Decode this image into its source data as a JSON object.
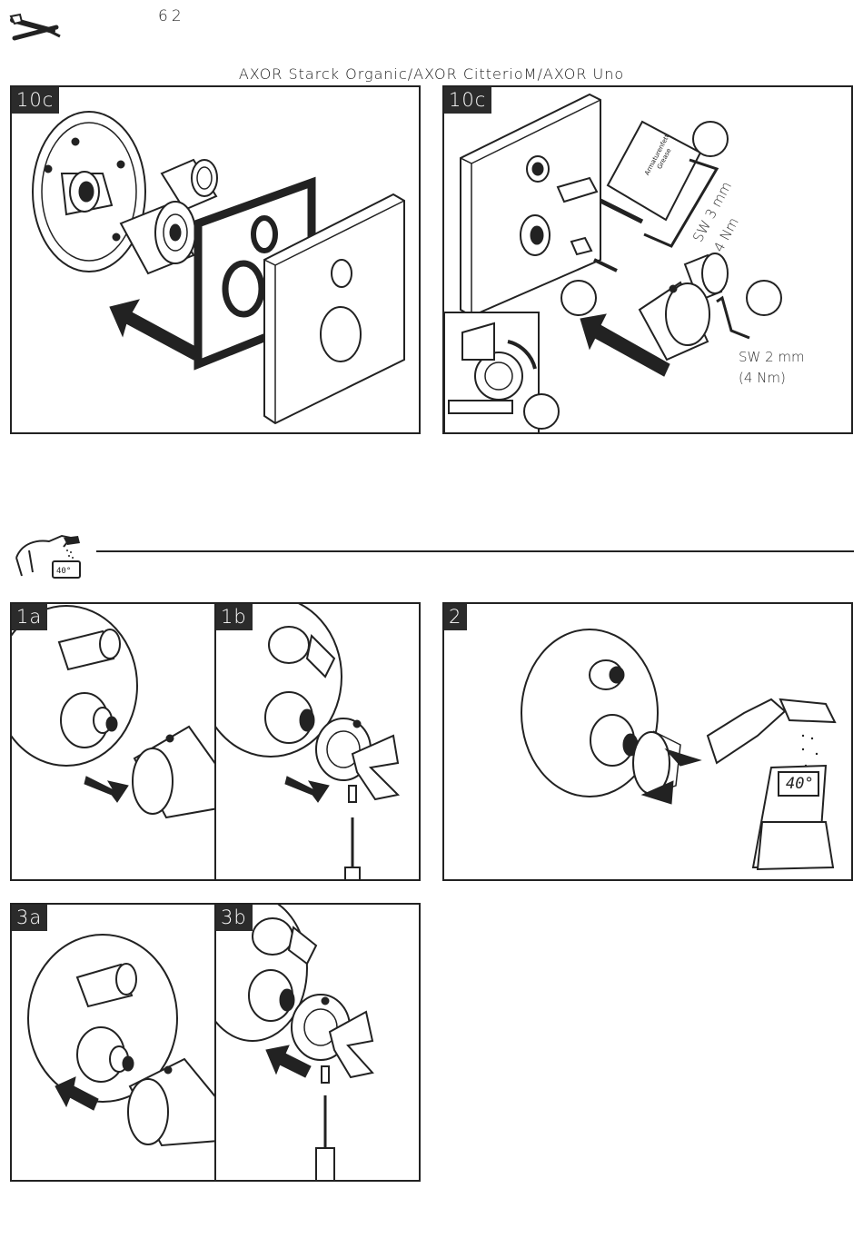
{
  "page": {
    "number": "62"
  },
  "header": {
    "title": "AXOR Starck Organic/AXOR CitterioM/AXOR Uno"
  },
  "icons": {
    "tools": "wrench-screwdriver-icon",
    "thermo": "hand-thermometer-icon"
  },
  "panels": {
    "p10c_left": {
      "label": "10c"
    },
    "p10c_right": {
      "label": "10c",
      "sw3": "SW 3 mm",
      "nm4": "4 Nm",
      "grease_1": "Armaturenfett",
      "grease_2": "Grease",
      "sw2": "SW 2 mm",
      "nm4b": "(4 Nm)"
    },
    "p1a": {
      "label": "1a"
    },
    "p1b": {
      "label": "1b"
    },
    "p2": {
      "label": "2",
      "display": "40°"
    },
    "p3a": {
      "label": "3a"
    },
    "p3b": {
      "label": "3b"
    }
  },
  "thermo_icon_display": "40°"
}
